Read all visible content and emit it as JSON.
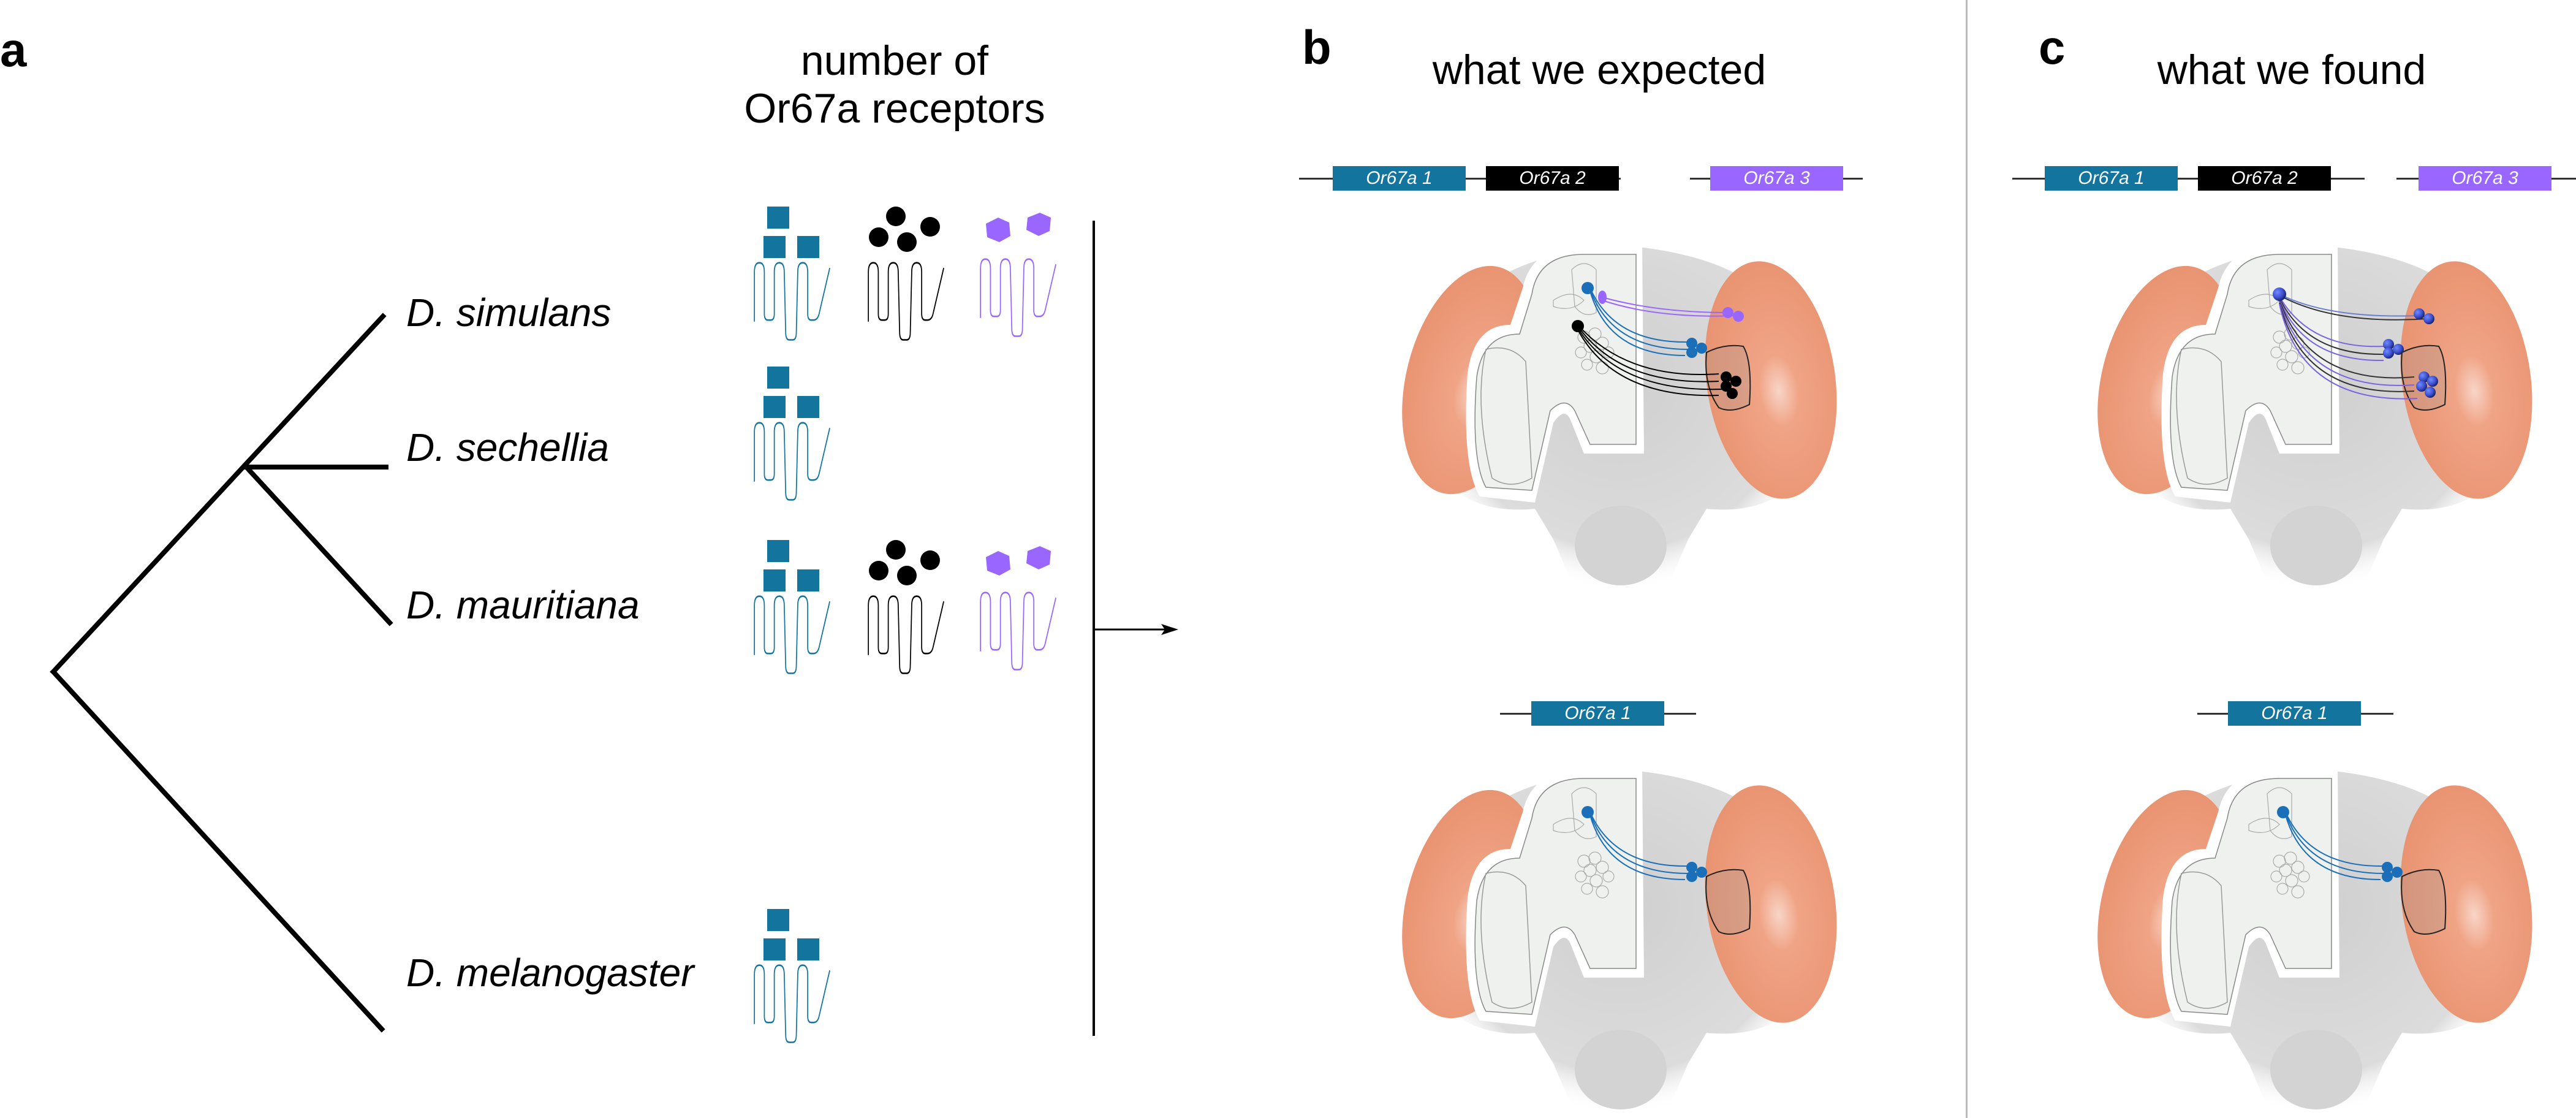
{
  "panels": {
    "a": {
      "letter": "a",
      "title_line1": "number of",
      "title_line2": "Or67a receptors",
      "species": [
        {
          "name": "D. simulans",
          "receptors": [
            "Or67a 1",
            "Or67a 2",
            "Or67a 3"
          ]
        },
        {
          "name": "D. sechellia",
          "receptors": [
            "Or67a 1"
          ]
        },
        {
          "name": "D. mauritiana",
          "receptors": [
            "Or67a 1",
            "Or67a 2",
            "Or67a 3"
          ]
        },
        {
          "name": "D. melanogaster",
          "receptors": [
            "Or67a 1"
          ]
        }
      ]
    },
    "b": {
      "letter": "b",
      "title": "what we expected",
      "top_genes": [
        "Or67a 1",
        "Or67a 2",
        "Or67a 3"
      ],
      "bottom_genes": [
        "Or67a 1"
      ]
    },
    "c": {
      "letter": "c",
      "title": "what we found",
      "top_genes": [
        "Or67a 1",
        "Or67a 2",
        "Or67a 3"
      ],
      "bottom_genes": [
        "Or67a 1"
      ]
    }
  },
  "colors": {
    "or67a1": "#13759e",
    "or67a2": "#000000",
    "or67a3": "#9966ff",
    "eye": "#ee9b7d",
    "brain": "#eef1ee",
    "head": "#d5d5d5"
  },
  "icons": {
    "ligand1": "square-ligand-icon",
    "ligand2": "circle-ligand-icon",
    "ligand3": "hexagon-ligand-icon",
    "receptor": "seven-transmembrane-receptor-icon"
  }
}
